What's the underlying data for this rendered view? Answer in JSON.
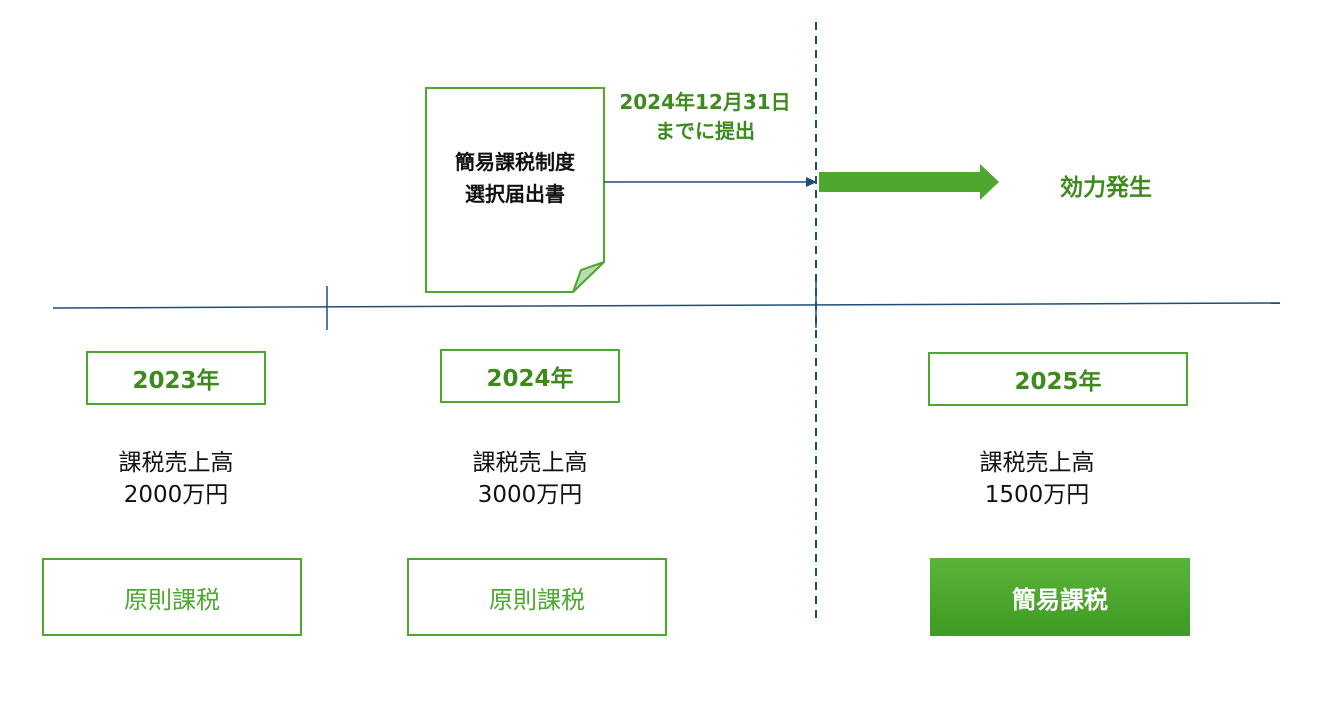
{
  "document": {
    "line1": "簡易課税制度",
    "line2": "選択届出書"
  },
  "deadline": {
    "line1": "2024年12月31日",
    "line2": "までに提出"
  },
  "effect_label": "効力発生",
  "years": [
    {
      "label": "2023年",
      "sales_label": "課税売上高",
      "sales_value": "2000万円",
      "method": "原則課税"
    },
    {
      "label": "2024年",
      "sales_label": "課税売上高",
      "sales_value": "3000万円",
      "method": "原則課税"
    },
    {
      "label": "2025年",
      "sales_label": "課税売上高",
      "sales_value": "1500万円",
      "method": "簡易課税"
    }
  ],
  "colors": {
    "accent": "#4ea72e",
    "accent_text": "#3e8a1f",
    "line": "#1f4e79"
  }
}
